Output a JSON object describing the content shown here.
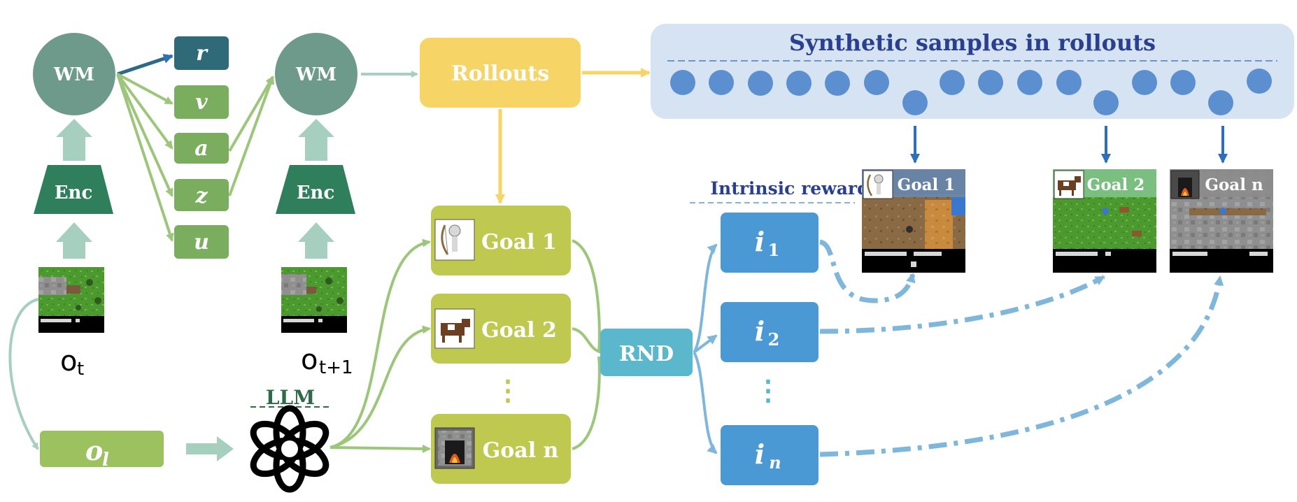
{
  "colors": {
    "wm": "#6e9a8c",
    "enc": "#2f7e5c",
    "var_r": "#2e6a78",
    "var_green": "#7aae5e",
    "ol_box": "#9cc25f",
    "rollouts": "#f6d566",
    "goal_box": "#bfc84f",
    "rnd": "#5bb8cc",
    "intrinsic": "#4a98d4",
    "panel": "#d5e3f2",
    "dot": "#5b8fcf",
    "title_blue": "#2a3f8f",
    "llm_green": "#2f6a4a",
    "arrow_dark_blue": "#2d6fb8",
    "arrow_teal": "#a6cfc0",
    "arrow_green": "#9cc67a",
    "arrow_yellow": "#f6d566",
    "arrow_light_blue": "#7fb6dc"
  },
  "left": {
    "wm1_label": "WM",
    "wm2_label": "WM",
    "enc1_label": "Enc",
    "enc2_label": "Enc",
    "vars": [
      {
        "label": "r",
        "name": "r"
      },
      {
        "label": "v",
        "name": "v"
      },
      {
        "label": "a",
        "name": "a"
      },
      {
        "label": "z",
        "name": "z"
      },
      {
        "label": "u",
        "name": "u"
      }
    ],
    "obs_t_label": "o",
    "obs_t_sub": "t",
    "obs_t1_label": "o",
    "obs_t1_sub": "t+1",
    "ol_label": "o",
    "ol_sub": "l",
    "llm_label": "LLM"
  },
  "middle": {
    "rollouts_label": "Rollouts",
    "goals": [
      {
        "label": "Goal 1",
        "icon": "skeleton-icon"
      },
      {
        "label": "Goal 2",
        "icon": "cow-icon"
      },
      {
        "label": "Goal n",
        "icon": "furnace-icon"
      }
    ],
    "ellipsis": "⋮",
    "rnd_label": "RND"
  },
  "right": {
    "panel_title": "Synthetic samples in rollouts",
    "intrinsic_title": "Intrinsic rewards",
    "intrinsics": [
      {
        "label": "i",
        "sub": "1"
      },
      {
        "label": "i",
        "sub": "2"
      },
      {
        "label": "i",
        "sub": "n"
      }
    ],
    "ellipsis": "⋮",
    "goal_frames": [
      {
        "label": "Goal 1",
        "icon": "skeleton-icon"
      },
      {
        "label": "Goal 2",
        "icon": "cow-icon"
      },
      {
        "label": "Goal n",
        "icon": "furnace-icon"
      }
    ]
  }
}
